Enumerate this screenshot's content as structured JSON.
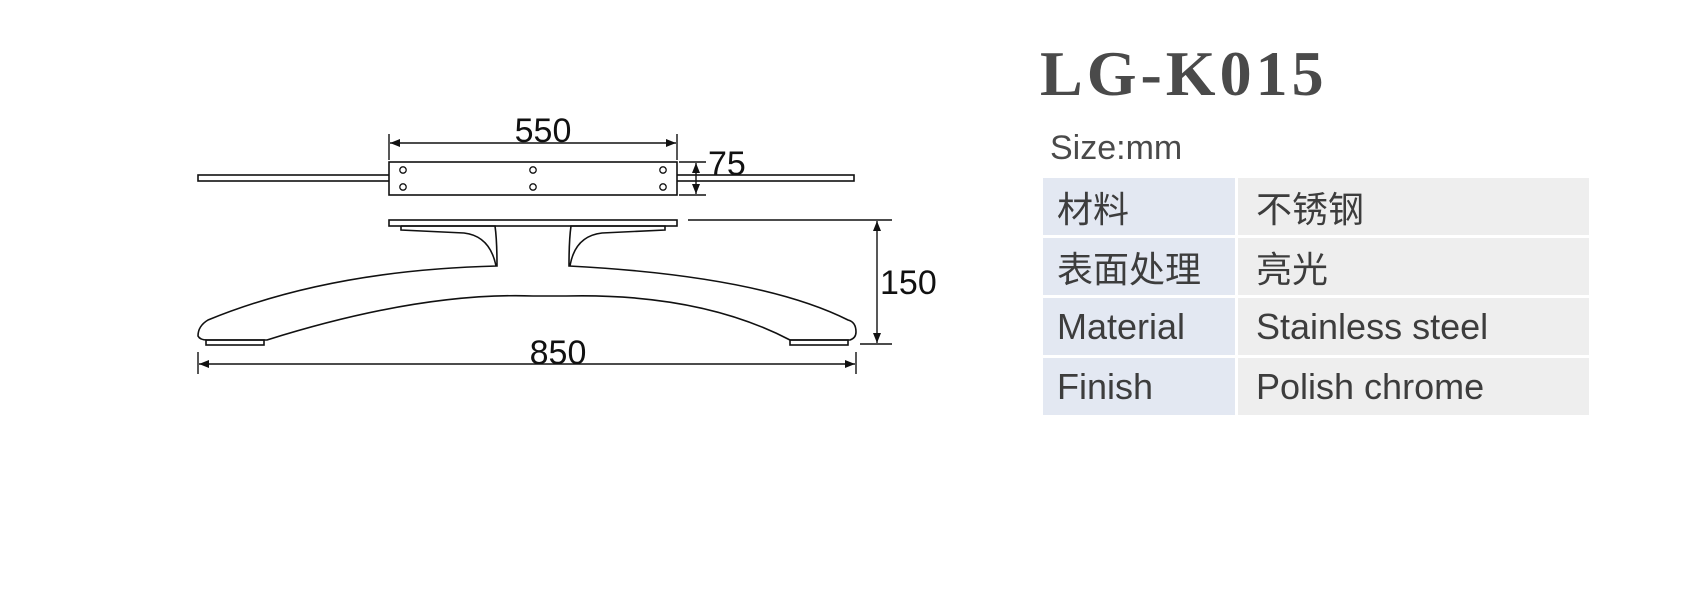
{
  "product": {
    "model": "LG-K015",
    "size_unit": "Size:mm"
  },
  "dimensions": {
    "top_plate_width": "550",
    "top_plate_height": "75",
    "overall_height": "150",
    "overall_width": "850"
  },
  "specs": [
    {
      "key": "材料",
      "value": "不锈钢"
    },
    {
      "key": "表面处理",
      "value": "亮光"
    },
    {
      "key": "Material",
      "value": "Stainless steel"
    },
    {
      "key": "Finish",
      "value": "Polish chrome"
    }
  ],
  "colors": {
    "key_cell": "#e3e8f2",
    "value_cell": "#eeeeee",
    "title_text": "#4a4a4a"
  }
}
